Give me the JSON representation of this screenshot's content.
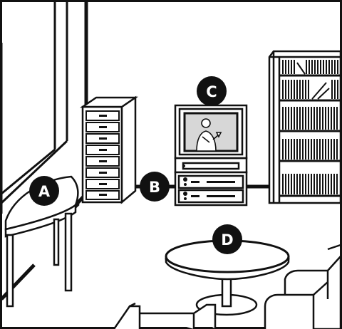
{
  "scene": {
    "description_hidden": false,
    "markers": [
      {
        "id": "A",
        "label": "A",
        "refers_to": "half-round-table"
      },
      {
        "id": "B",
        "label": "B",
        "refers_to": "video-cabinet"
      },
      {
        "id": "C",
        "label": "C",
        "refers_to": "television"
      },
      {
        "id": "D",
        "label": "D",
        "refers_to": "round-coffee-table"
      }
    ],
    "colors": {
      "ink": "#111111",
      "paper": "#ffffff",
      "screen": "#d7d7d7"
    }
  }
}
